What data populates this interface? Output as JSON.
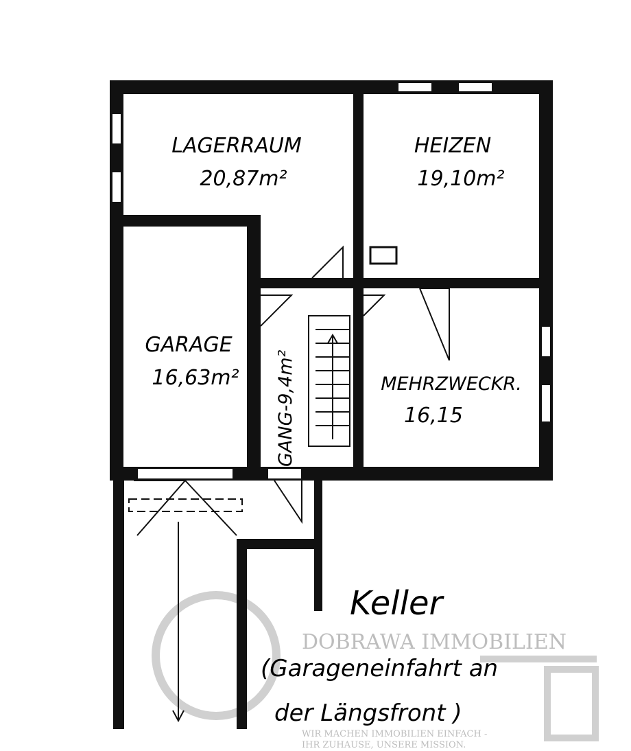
{
  "rooms": [
    {
      "name": "LAGERRAUM",
      "area": "20,87m²"
    },
    {
      "name": "HEIZEN",
      "area": "19,10m²"
    },
    {
      "name": "GARAGE",
      "area": "16,63m²"
    },
    {
      "name": "GANG-9,4m²"
    },
    {
      "name": "MEHRZWECKR.",
      "area": "16,15"
    }
  ],
  "title": "Keller",
  "subtitle_line1": "(Garageneinfahrt an",
  "subtitle_line2": "der Längsfront )",
  "watermark": {
    "company": "DOBRAWA IMMOBILIEN",
    "slogan_line1": "WIR MACHEN IMMOBILIEN EINFACH -",
    "slogan_line2": "IHR ZUHAUSE, UNSERE MISSION.",
    "color": "#bdbdbd"
  },
  "colors": {
    "wall": "#111111",
    "background": "#ffffff"
  }
}
